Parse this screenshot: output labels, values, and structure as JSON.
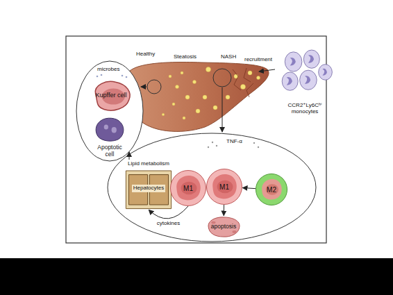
{
  "diagram": {
    "nodes": [
      {
        "text": [
          "Kupffer cell"
        ]
      },
      {
        "text": [
          "Apoptotic cell"
        ]
      },
      {
        "text": [
          "Lipid metabolism",
          "Hepatocytes"
        ]
      },
      {
        "text": [
          "M1"
        ]
      },
      {
        "text": [
          "M1"
        ]
      },
      {
        "text": [
          "M2"
        ]
      },
      {
        "text": [
          "apoptosis"
        ]
      },
      {
        "text": [
          "CCR2⁺Ly6Cʰⁱ monocytes"
        ]
      }
    ],
    "edges": [
      {
        "from": 3,
        "to": 2,
        "label": "cytokines",
        "arrow": "to"
      },
      {
        "from": 5,
        "to": 4,
        "arrow": "to"
      },
      {
        "from": 4,
        "to": 6,
        "arrow": "to"
      }
    ],
    "labels": [
      "Healthy",
      "Steatosis",
      "NASH",
      "recruitment",
      "microbes",
      "TNF-α"
    ]
  }
}
